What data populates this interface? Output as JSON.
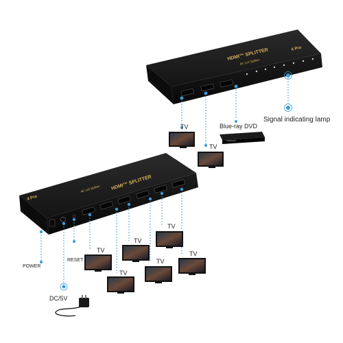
{
  "top_device": {
    "title": "HDMI™ SPLITTER",
    "subtitle": "4K 1x4 Splitter",
    "brand": "4 Pro"
  },
  "bottom_device": {
    "title": "HDMI™ SPLITTER",
    "subtitle": "4K 1x6 Splitter",
    "brand": "4 Pro"
  },
  "labels": {
    "tv": "TV",
    "blueray": "Blue-ray DVD",
    "signal_lamp": "Signal indicating lamp",
    "power": "POWER",
    "reset": "RESET",
    "dc": "DC/5V"
  },
  "colors": {
    "device": "#1a1a1a",
    "accent": "#d9b25a",
    "connector": "#3d9ad6",
    "led": "#cfcfcf"
  },
  "icons": [
    "tv-icon",
    "dvd-player-icon",
    "power-adapter-icon"
  ]
}
